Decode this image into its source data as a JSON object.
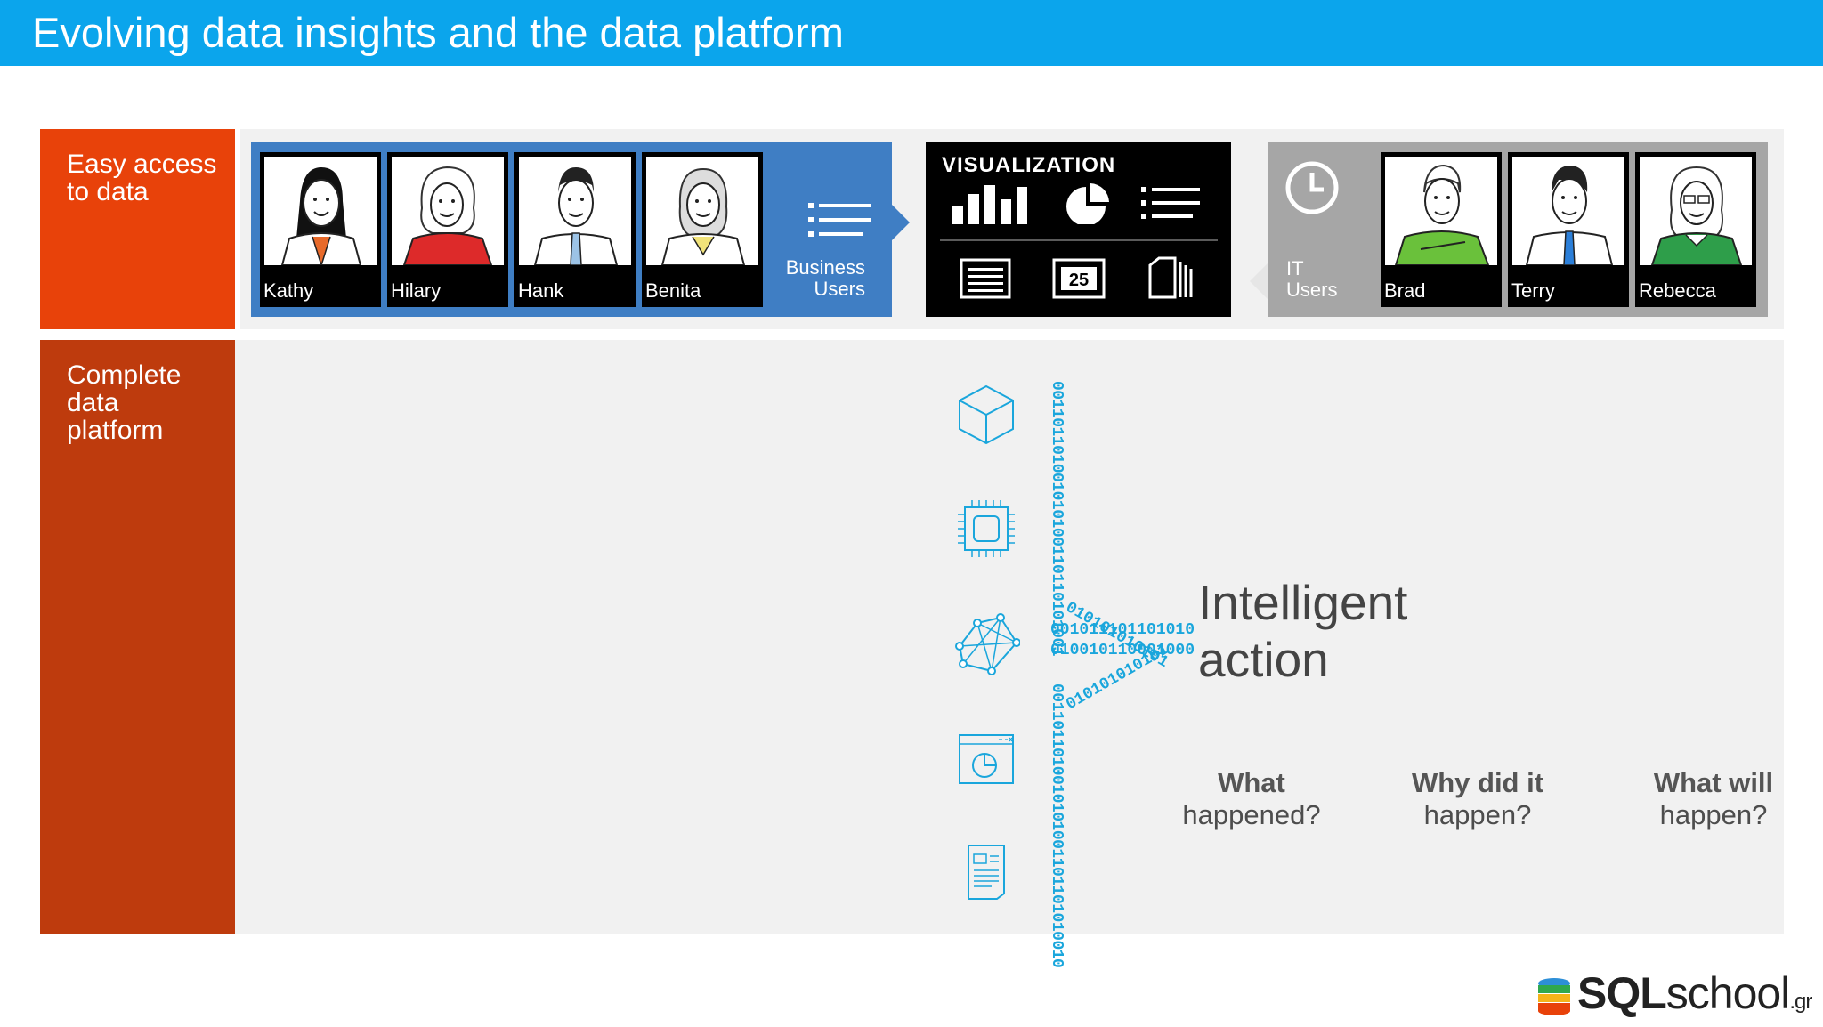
{
  "slide": {
    "title": "Evolving data insights and the data platform"
  },
  "sections": {
    "easy_access": "Easy access\nto data",
    "complete_platform": "Complete\ndata\nplatform"
  },
  "business_users": {
    "people": [
      {
        "name": "Kathy"
      },
      {
        "name": "Hilary"
      },
      {
        "name": "Hank"
      },
      {
        "name": "Benita"
      }
    ],
    "label_line1": "Business",
    "label_line2": "Users"
  },
  "visualization": {
    "title": "VISUALIZATION",
    "calendar_number": "25"
  },
  "it_users": {
    "label_line1": "IT",
    "label_line2": "Users",
    "people": [
      {
        "name": "Brad"
      },
      {
        "name": "Terry"
      },
      {
        "name": "Rebecca"
      }
    ]
  },
  "binary_streams": {
    "vertical_top": "001101101001010100110110101001",
    "curve_top": "010101010101",
    "row2": "001011101101010",
    "row3": "010010110001000",
    "curve_bottom": "010101010101",
    "vertical_bottom": "0011011010010101001101101010010"
  },
  "intelligent_action": {
    "line1": "Intelligent",
    "line2": "action"
  },
  "questions": [
    {
      "line1": "What",
      "line2": "happened?"
    },
    {
      "line1": "Why did it",
      "line2": "happen?"
    },
    {
      "line1": "What will",
      "line2": "happen?"
    }
  ],
  "logo": {
    "bold": "SQL",
    "light": "school",
    "tld": ".gr"
  },
  "colors": {
    "title_bar": "#0ba5ec",
    "section_orange": "#e8420a",
    "section_dark_orange": "#be3b0d",
    "business_blue": "#3f7ec4",
    "binary_cyan": "#1aa6dc"
  }
}
